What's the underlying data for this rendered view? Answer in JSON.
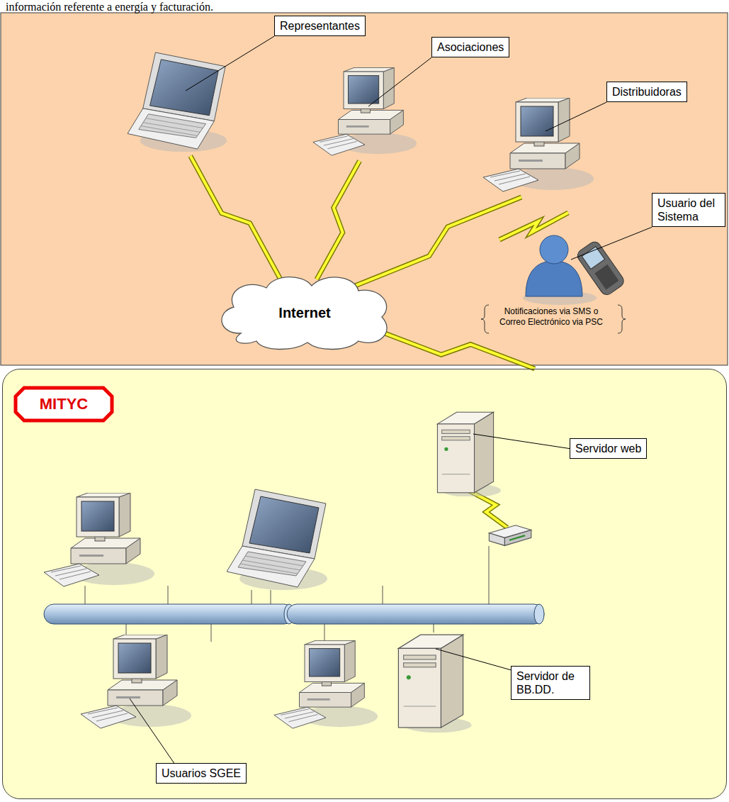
{
  "diagram": {
    "nodes": [
      {
        "text": [
          "Representantes"
        ]
      },
      {
        "text": [
          "Asociaciones"
        ]
      },
      {
        "text": [
          "Distribuidoras"
        ]
      },
      {
        "text": [
          "Usuario del Sistema"
        ]
      },
      {
        "text": [
          "Internet"
        ]
      },
      {
        "text": [
          "MITYC"
        ]
      },
      {
        "text": [
          "Servidor web"
        ],
        "in": 5
      },
      {
        "text": [
          "Servidor de BB.DD."
        ],
        "in": 5
      },
      {
        "text": [
          "Usuarios SGEE"
        ],
        "in": 5
      }
    ],
    "edges": [
      {
        "from": 0,
        "to": 4,
        "arrow": "none"
      },
      {
        "from": 1,
        "to": 4,
        "arrow": "none"
      },
      {
        "from": 2,
        "to": 4,
        "arrow": "none"
      },
      {
        "from": 4,
        "to": 5,
        "arrow": "none"
      }
    ],
    "labels": [
      "información referente a energía y facturación.",
      "Notificaciones via SMS o Correo Electrónico via PSC"
    ]
  }
}
